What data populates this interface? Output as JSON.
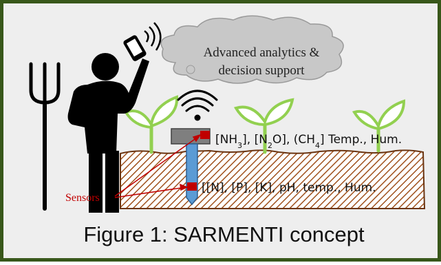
{
  "cloud_text": {
    "line1": "Advanced analytics &",
    "line2": "decision support"
  },
  "surface_sensor_label": "[NH3], [N2O], (CH4] Temp., Hum.",
  "surface_sensor_parts": {
    "a": "[NH",
    "a_sub": "3",
    "b": "], [N",
    "b_sub": "2",
    "c": "O], (CH",
    "c_sub": "4",
    "d": "] Temp., Hum."
  },
  "soil_sensor_label": "[[N], [P], [K], pH, temp., Hum.",
  "sensors_label": "Sensors",
  "caption": "Figure 1: SARMENTI concept",
  "icons": [
    "farmer-silhouette",
    "pitchfork-icon",
    "smartphone-icon",
    "signal-waves-icon",
    "wifi-icon",
    "cloud-icon",
    "plant-sprout-icon",
    "soil-probe-icon"
  ],
  "colors": {
    "frame_border": "#38571a",
    "background": "#eeeeee",
    "soil": "#a0521e",
    "plant": "#92d050",
    "sensor_marker": "#c00000",
    "probe": "#5b9bd5",
    "sensor_head": "#7f7f7f",
    "cloud": "#c8c8c8"
  }
}
